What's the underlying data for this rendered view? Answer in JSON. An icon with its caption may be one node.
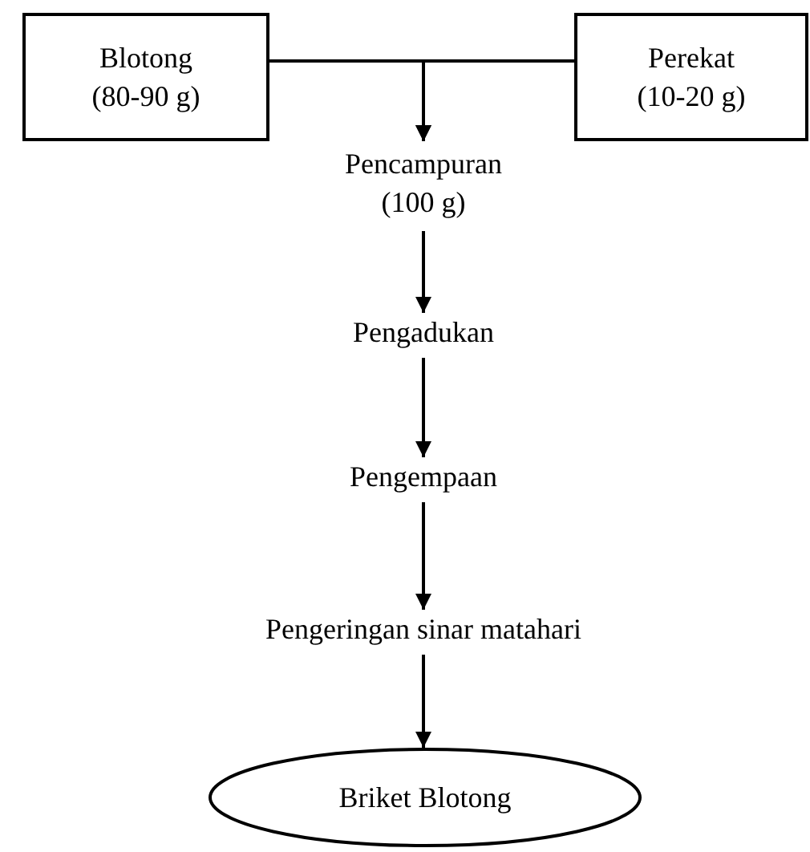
{
  "diagram": {
    "nodes": [
      {
        "text": [
          "Blotong (80-90 g)"
        ]
      },
      {
        "text": [
          "Perekat (10-20 g)"
        ]
      },
      {
        "text": [
          "Pencampuran (100 g)"
        ]
      },
      {
        "text": [
          "Pengadukan"
        ]
      },
      {
        "text": [
          "Pengempaan"
        ]
      },
      {
        "text": [
          "Pengeringan sinar matahari"
        ]
      },
      {
        "text": [
          "Briket Blotong"
        ]
      }
    ],
    "edges": [
      {
        "from": 0,
        "to": 2,
        "arrow": "to"
      },
      {
        "from": 1,
        "to": 2,
        "arrow": "to"
      },
      {
        "from": 2,
        "to": 3,
        "arrow": "to"
      },
      {
        "from": 3,
        "to": 4,
        "arrow": "to"
      },
      {
        "from": 4,
        "to": 5,
        "arrow": "to"
      },
      {
        "from": 5,
        "to": 6,
        "arrow": "to"
      }
    ]
  }
}
